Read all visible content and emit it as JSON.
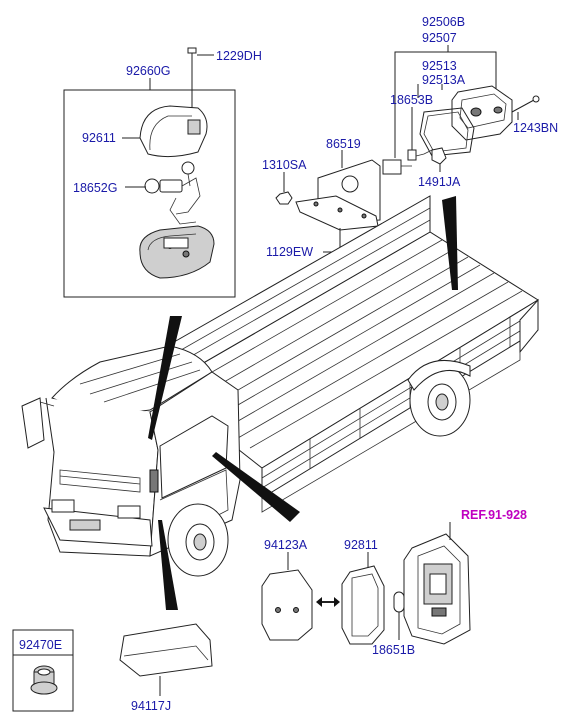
{
  "labels": {
    "p92660G": "92660G",
    "p1229DH": "1229DH",
    "p92611": "92611",
    "p18652G": "18652G",
    "p92506B": "92506B",
    "p92507": "92507",
    "p92513": "92513",
    "p92513A": "92513A",
    "p18653B": "18653B",
    "p86519": "86519",
    "p1243BN": "1243BN",
    "p1310SA": "1310SA",
    "p1491JA": "1491JA",
    "p1129EW": "1129EW",
    "pREF": "REF.91-928",
    "p94123A": "94123A",
    "p92811": "92811",
    "p18651B": "18651B",
    "p92470E": "92470E",
    "p94117J": "94117J"
  },
  "colors": {
    "part_number": "#1a1aa8",
    "reference": "#c000c0"
  }
}
